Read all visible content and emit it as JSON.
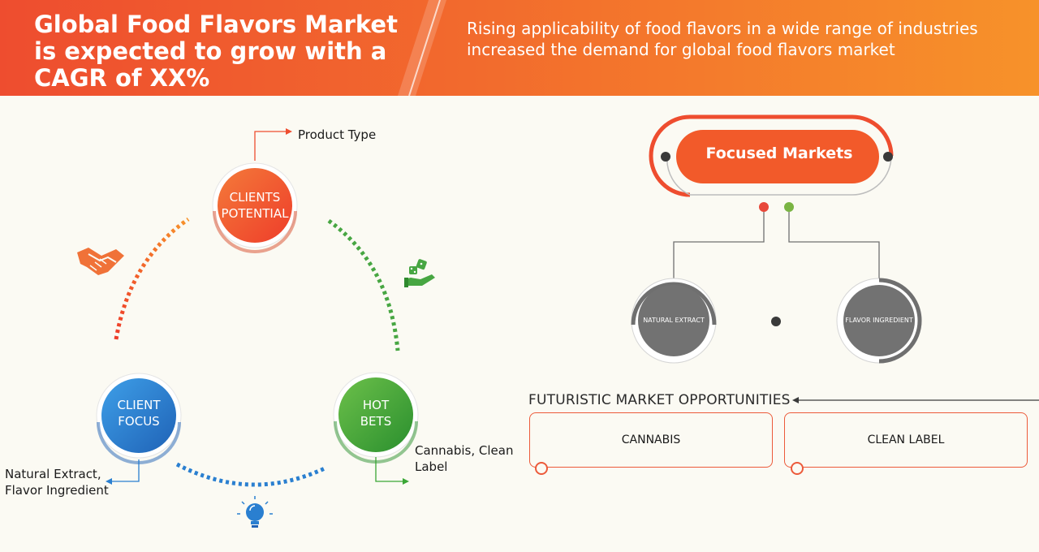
{
  "header": {
    "title": "Global Food Flavors Market is expected to grow with a CAGR of XX%",
    "subtitle": "Rising applicability of food flavors in a wide range of industries increased the demand for global food flavors market"
  },
  "cycle": {
    "clients_potential": {
      "line1": "CLIENTS",
      "line2": "POTENTIAL",
      "note": "Product Type"
    },
    "client_focus": {
      "line1": "CLIENT",
      "line2": "FOCUS",
      "note_line1": "Natural Extract,",
      "note_line2": "Flavor Ingredient"
    },
    "hot_bets": {
      "line1": "HOT",
      "line2": "BETS",
      "note_line1": "Cannabis, Clean",
      "note_line2": "Label"
    }
  },
  "focused_markets": {
    "title": "Focused Markets",
    "items": [
      "NATURAL EXTRACT",
      "FLAVOR INGREDIENT"
    ]
  },
  "opportunities": {
    "title": "FUTURISTIC MARKET OPPORTUNITIES",
    "items": [
      "CANNABIS",
      "CLEAN LABEL"
    ]
  },
  "icons": [
    "handshake-icon",
    "dice-hand-icon",
    "lightbulb-icon"
  ],
  "colors": {
    "header_start": "#ee4d2f",
    "header_end": "#f7922a",
    "orange": "#f25a2a",
    "blue": "#2a7fd0",
    "green": "#3aa635",
    "gray": "#6f6f6f"
  }
}
